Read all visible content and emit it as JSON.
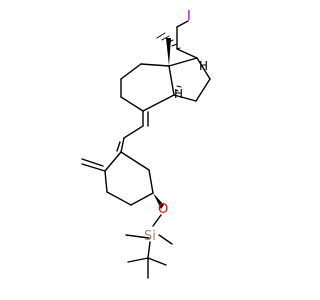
{
  "atoms": {
    "iodine": {
      "symbol": "I",
      "color": "#9400d3"
    },
    "oxygen": {
      "symbol": "O",
      "color": "#ff0000"
    },
    "silicon": {
      "symbol": "Si",
      "color": "#9b8a6b"
    },
    "hydrogen_a": {
      "symbol": "H",
      "color": "#000000"
    },
    "hydrogen_b": {
      "symbol": "H",
      "color": "#000000"
    }
  }
}
